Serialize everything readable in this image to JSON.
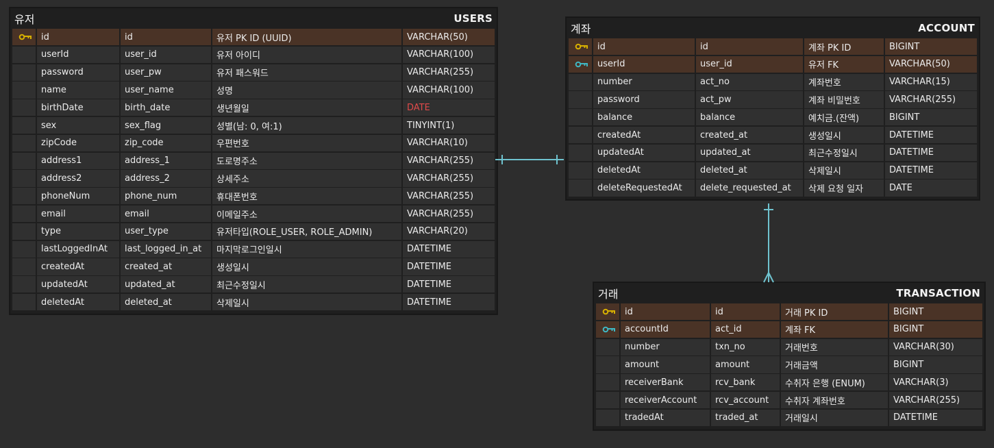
{
  "tables": {
    "users": {
      "korean_name": "유저",
      "name": "USERS",
      "rows": [
        {
          "key": "pk",
          "field": "id",
          "column": "id",
          "comment": "유저 PK ID (UUID)",
          "type": "VARCHAR(50)"
        },
        {
          "key": "",
          "field": "userId",
          "column": "user_id",
          "comment": "유저 아이디",
          "type": "VARCHAR(100)"
        },
        {
          "key": "",
          "field": "password",
          "column": "user_pw",
          "comment": "유저 패스워드",
          "type": "VARCHAR(255)"
        },
        {
          "key": "",
          "field": "name",
          "column": "user_name",
          "comment": "성명",
          "type": "VARCHAR(100)"
        },
        {
          "key": "",
          "field": "birthDate",
          "column": "birth_date",
          "comment": "생년월일",
          "type": "DATE",
          "type_color": "#e04a4a"
        },
        {
          "key": "",
          "field": "sex",
          "column": "sex_flag",
          "comment": "성별(남: 0, 여:1)",
          "type": "TINYINT(1)"
        },
        {
          "key": "",
          "field": "zipCode",
          "column": "zip_code",
          "comment": "우편번호",
          "type": "VARCHAR(10)"
        },
        {
          "key": "",
          "field": "address1",
          "column": "address_1",
          "comment": "도로명주소",
          "type": "VARCHAR(255)"
        },
        {
          "key": "",
          "field": "address2",
          "column": "address_2",
          "comment": "상세주소",
          "type": "VARCHAR(255)"
        },
        {
          "key": "",
          "field": "phoneNum",
          "column": "phone_num",
          "comment": "휴대폰번호",
          "type": "VARCHAR(255)"
        },
        {
          "key": "",
          "field": "email",
          "column": "email",
          "comment": "이메일주소",
          "type": "VARCHAR(255)"
        },
        {
          "key": "",
          "field": "type",
          "column": "user_type",
          "comment": "유저타입(ROLE_USER, ROLE_ADMIN)",
          "type": "VARCHAR(20)"
        },
        {
          "key": "",
          "field": "lastLoggedInAt",
          "column": "last_logged_in_at",
          "comment": "마지막로그인일시",
          "type": "DATETIME"
        },
        {
          "key": "",
          "field": "createdAt",
          "column": "created_at",
          "comment": "생성일시",
          "type": "DATETIME"
        },
        {
          "key": "",
          "field": "updatedAt",
          "column": "updated_at",
          "comment": "최근수정일시",
          "type": "DATETIME"
        },
        {
          "key": "",
          "field": "deletedAt",
          "column": "deleted_at",
          "comment": "삭제일시",
          "type": "DATETIME"
        }
      ]
    },
    "account": {
      "korean_name": "계좌",
      "name": "ACCOUNT",
      "rows": [
        {
          "key": "pk",
          "field": "id",
          "column": "id",
          "comment": "계좌 PK ID",
          "type": "BIGINT"
        },
        {
          "key": "fk",
          "field": "userId",
          "column": "user_id",
          "comment": "유저 FK",
          "type": "VARCHAR(50)"
        },
        {
          "key": "",
          "field": "number",
          "column": "act_no",
          "comment": "계좌번호",
          "type": "VARCHAR(15)"
        },
        {
          "key": "",
          "field": "password",
          "column": "act_pw",
          "comment": "계좌 비밀번호",
          "type": "VARCHAR(255)"
        },
        {
          "key": "",
          "field": "balance",
          "column": "balance",
          "comment": "예치금.(잔액)",
          "type": "BIGINT"
        },
        {
          "key": "",
          "field": "createdAt",
          "column": "created_at",
          "comment": "생성일시",
          "type": "DATETIME"
        },
        {
          "key": "",
          "field": "updatedAt",
          "column": "updated_at",
          "comment": "최근수정일시",
          "type": "DATETIME"
        },
        {
          "key": "",
          "field": "deletedAt",
          "column": "deleted_at",
          "comment": "삭제일시",
          "type": "DATETIME"
        },
        {
          "key": "",
          "field": "deleteRequestedAt",
          "column": "delete_requested_at",
          "comment": "삭제 요청 일자",
          "type": "DATE"
        }
      ]
    },
    "transaction": {
      "korean_name": "거래",
      "name": "TRANSACTION",
      "rows": [
        {
          "key": "pk",
          "field": "id",
          "column": "id",
          "comment": "거래 PK ID",
          "type": "BIGINT"
        },
        {
          "key": "fk",
          "field": "accountId",
          "column": "act_id",
          "comment": "계좌 FK",
          "type": "BIGINT"
        },
        {
          "key": "",
          "field": "number",
          "column": "txn_no",
          "comment": "거래번호",
          "type": "VARCHAR(30)"
        },
        {
          "key": "",
          "field": "amount",
          "column": "amount",
          "comment": "거래금액",
          "type": "BIGINT"
        },
        {
          "key": "",
          "field": "receiverBank",
          "column": "rcv_bank",
          "comment": "수취자 은행 (ENUM)",
          "type": "VARCHAR(3)"
        },
        {
          "key": "",
          "field": "receiverAccount",
          "column": "rcv_account",
          "comment": "수취자 계좌번호",
          "type": "VARCHAR(255)"
        },
        {
          "key": "",
          "field": "tradedAt",
          "column": "traded_at",
          "comment": "거래일시",
          "type": "DATETIME"
        }
      ]
    }
  },
  "colors": {
    "pk_key": "#d9b200",
    "fk_key": "#3fb8c4",
    "relation_line": "#6fc3cf",
    "error_type": "#e04a4a"
  },
  "icons": {
    "pk": "primary-key-icon",
    "fk": "foreign-key-icon"
  }
}
